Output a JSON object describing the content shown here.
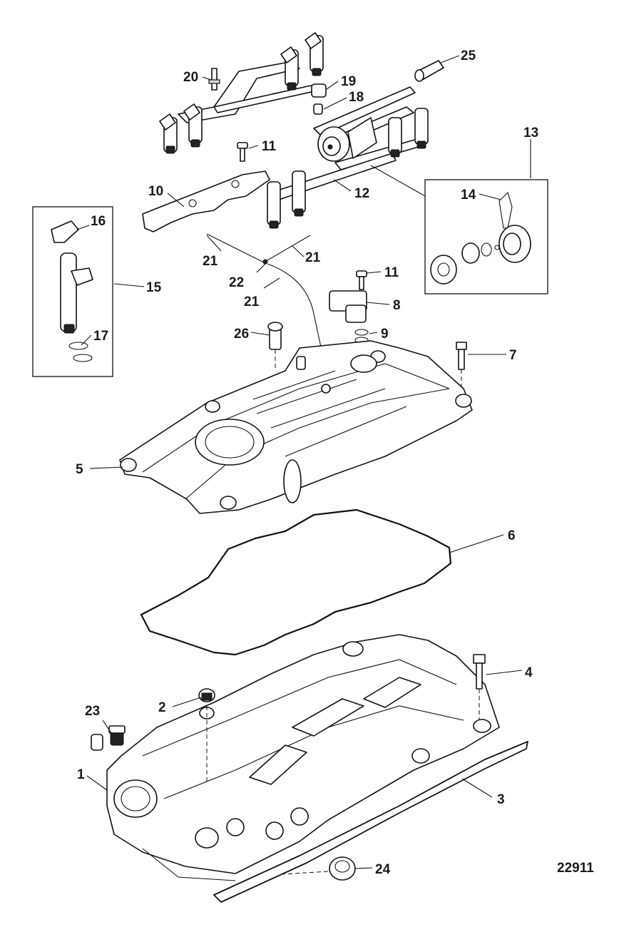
{
  "figure_number": "22911",
  "callouts": [
    {
      "id": "c1",
      "text": "1"
    },
    {
      "id": "c2",
      "text": "2"
    },
    {
      "id": "c3",
      "text": "3"
    },
    {
      "id": "c4",
      "text": "4"
    },
    {
      "id": "c5",
      "text": "5"
    },
    {
      "id": "c6",
      "text": "6"
    },
    {
      "id": "c7",
      "text": "7"
    },
    {
      "id": "c8",
      "text": "8"
    },
    {
      "id": "c9",
      "text": "9"
    },
    {
      "id": "c10",
      "text": "10"
    },
    {
      "id": "c11a",
      "text": "11"
    },
    {
      "id": "c11b",
      "text": "11"
    },
    {
      "id": "c12",
      "text": "12"
    },
    {
      "id": "c13",
      "text": "13"
    },
    {
      "id": "c14",
      "text": "14"
    },
    {
      "id": "c15",
      "text": "15"
    },
    {
      "id": "c16",
      "text": "16"
    },
    {
      "id": "c17",
      "text": "17"
    },
    {
      "id": "c18",
      "text": "18"
    },
    {
      "id": "c19",
      "text": "19"
    },
    {
      "id": "c20",
      "text": "20"
    },
    {
      "id": "c21a",
      "text": "21"
    },
    {
      "id": "c21b",
      "text": "21"
    },
    {
      "id": "c21c",
      "text": "21"
    },
    {
      "id": "c22",
      "text": "22"
    },
    {
      "id": "c23",
      "text": "23"
    },
    {
      "id": "c24",
      "text": "24"
    },
    {
      "id": "c25",
      "text": "25"
    },
    {
      "id": "c26",
      "text": "26"
    }
  ]
}
